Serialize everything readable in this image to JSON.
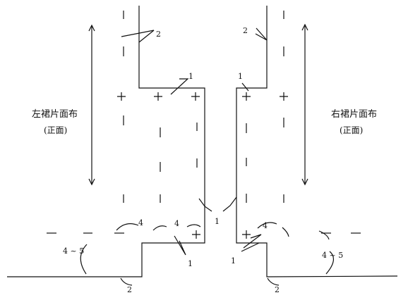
{
  "left_panel": {
    "title": "左裙片面布",
    "subtitle": "(正面)"
  },
  "right_panel": {
    "title": "右裙片面布",
    "subtitle": "(正面)"
  },
  "numbers": {
    "n1_left_upper": "1",
    "n1_right_upper": "1",
    "n1_center": "1",
    "n1_left_lower": "1",
    "n1_right_lower": "1",
    "n2_left_top": "2",
    "n2_right_top": "2",
    "n2_left_bottom": "2",
    "n2_right_bottom": "2",
    "n4_left_a": "4",
    "n4_left_b": "4",
    "n4_right": "4",
    "range_left": "4 ~ 5",
    "range_right": "4 ~ 5"
  },
  "marks": {
    "plus": "+",
    "dash": "|",
    "minus": "—"
  }
}
